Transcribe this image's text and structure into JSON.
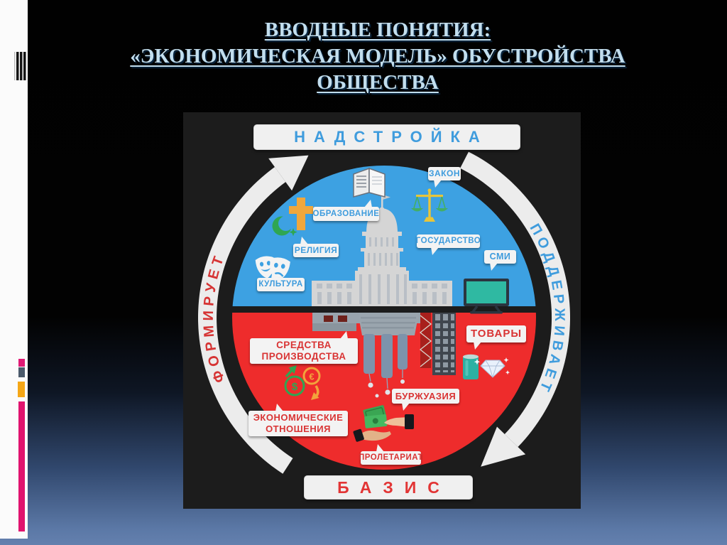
{
  "slide": {
    "title": {
      "line1": "ВВОДНЫЕ ПОНЯТИЯ:",
      "line2": "«ЭКОНОМИЧЕСКАЯ МОДЕЛЬ» ОБУСТРОЙСТВА",
      "line3": "ОБЩЕСТВА"
    }
  },
  "diagram": {
    "top_banner": "НАДСТРОЙКА",
    "bottom_banner": "БАЗИС",
    "arrows": {
      "left": "ФОРМИРУЕТ",
      "right": "ПОДДЕРЖИВАЕТ"
    },
    "superstructure": {
      "zakon": "ЗАКОН",
      "obrazovanie": "ОБРАЗОВАНИЕ",
      "religiya": "РЕЛИГИЯ",
      "kultura": "КУЛЬТУРА",
      "gosudarstvo": "ГОСУДАРСТВО",
      "smi": "СМИ"
    },
    "base": {
      "tovary": "ТОВАРЫ",
      "sredstva": "СРЕДСТВА\nПРОИЗВОДСТВА",
      "ekonomicheskie": "ЭКОНОМИЧЕСКИЕ\nОТНОШЕНИЯ",
      "burzhuaziya": "БУРЖУАЗИЯ",
      "proletariat": "ПРОЛЕТАРИАТ"
    },
    "icons": {
      "superstructure": [
        "book-icon",
        "cross-icon",
        "crescent-icon",
        "theater-masks-icon",
        "capitol-building-icon",
        "scales-icon",
        "tv-icon"
      ],
      "base": [
        "factory-icon",
        "crane-icon",
        "tower-building-icon",
        "can-icon",
        "diamond-icon",
        "currency-exchange-icon",
        "hands-money-icon"
      ]
    },
    "colors": {
      "superstructure_fill": "#3da1e2",
      "base_fill": "#ee2c2c",
      "blue_text": "#3f9cdd",
      "red_text": "#d63434",
      "bubble_bg": "#f3f3f3",
      "arc_band": "#ececec"
    }
  },
  "chrome": {
    "accent_colors": {
      "pink": "#e0136e",
      "slate": "#4b5a6b",
      "orange": "#f5a717"
    }
  }
}
